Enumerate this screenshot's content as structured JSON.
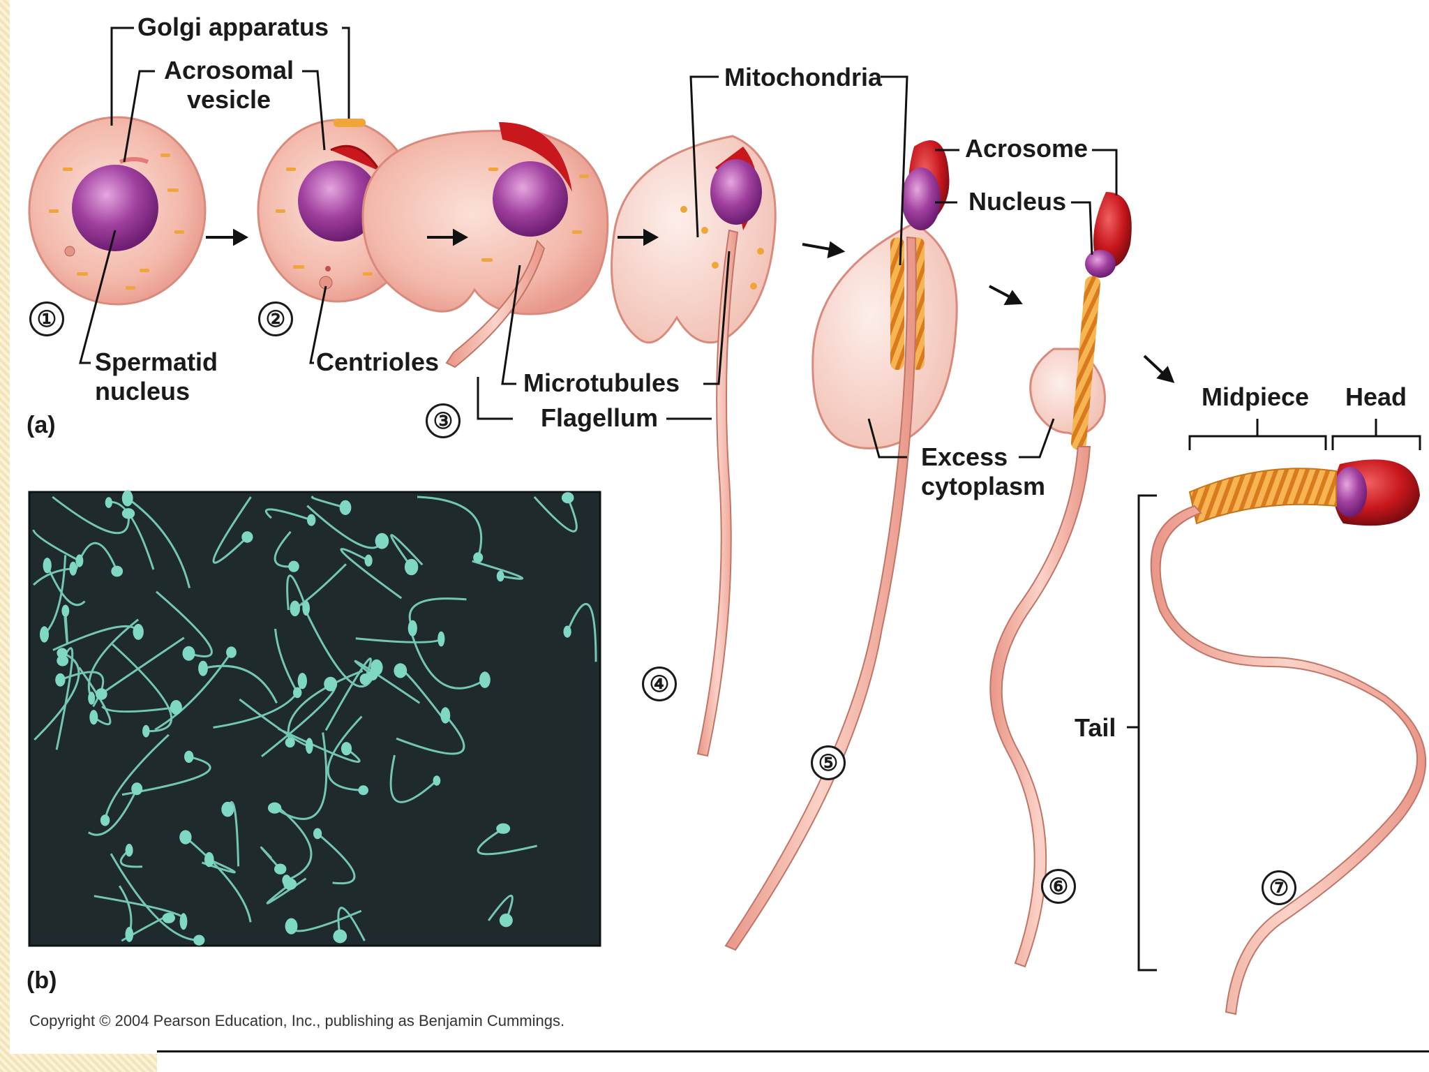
{
  "labels": {
    "golgi": "Golgi apparatus",
    "acrosomal_vesicle": "Acrosomal\nvesicle",
    "spermatid_nucleus": "Spermatid\nnucleus",
    "centrioles": "Centrioles",
    "mitochondria": "Mitochondria",
    "microtubules": "Microtubules",
    "flagellum": "Flagellum",
    "acrosome": "Acrosome",
    "nucleus": "Nucleus",
    "excess_cytoplasm": "Excess\ncytoplasm",
    "midpiece": "Midpiece",
    "head": "Head",
    "tail": "Tail"
  },
  "steps": [
    "①",
    "②",
    "③",
    "④",
    "⑤",
    "⑥",
    "⑦"
  ],
  "panels": {
    "a": "(a)",
    "b": "(b)"
  },
  "copyright": "Copyright © 2004 Pearson Education, Inc., publishing as Benjamin Cummings.",
  "colors": {
    "cell_cytoplasm": "#f3b9ab",
    "cell_outline": "#d98a7c",
    "nucleus_purple": "#9b3fa6",
    "acrosome_red": "#c8171d",
    "midpiece_orange": "#f0a03a",
    "tail_pink": "#efa89a",
    "micrograph_bg": "#1e2a2c",
    "micrograph_sperm": "#7fd8c4"
  }
}
